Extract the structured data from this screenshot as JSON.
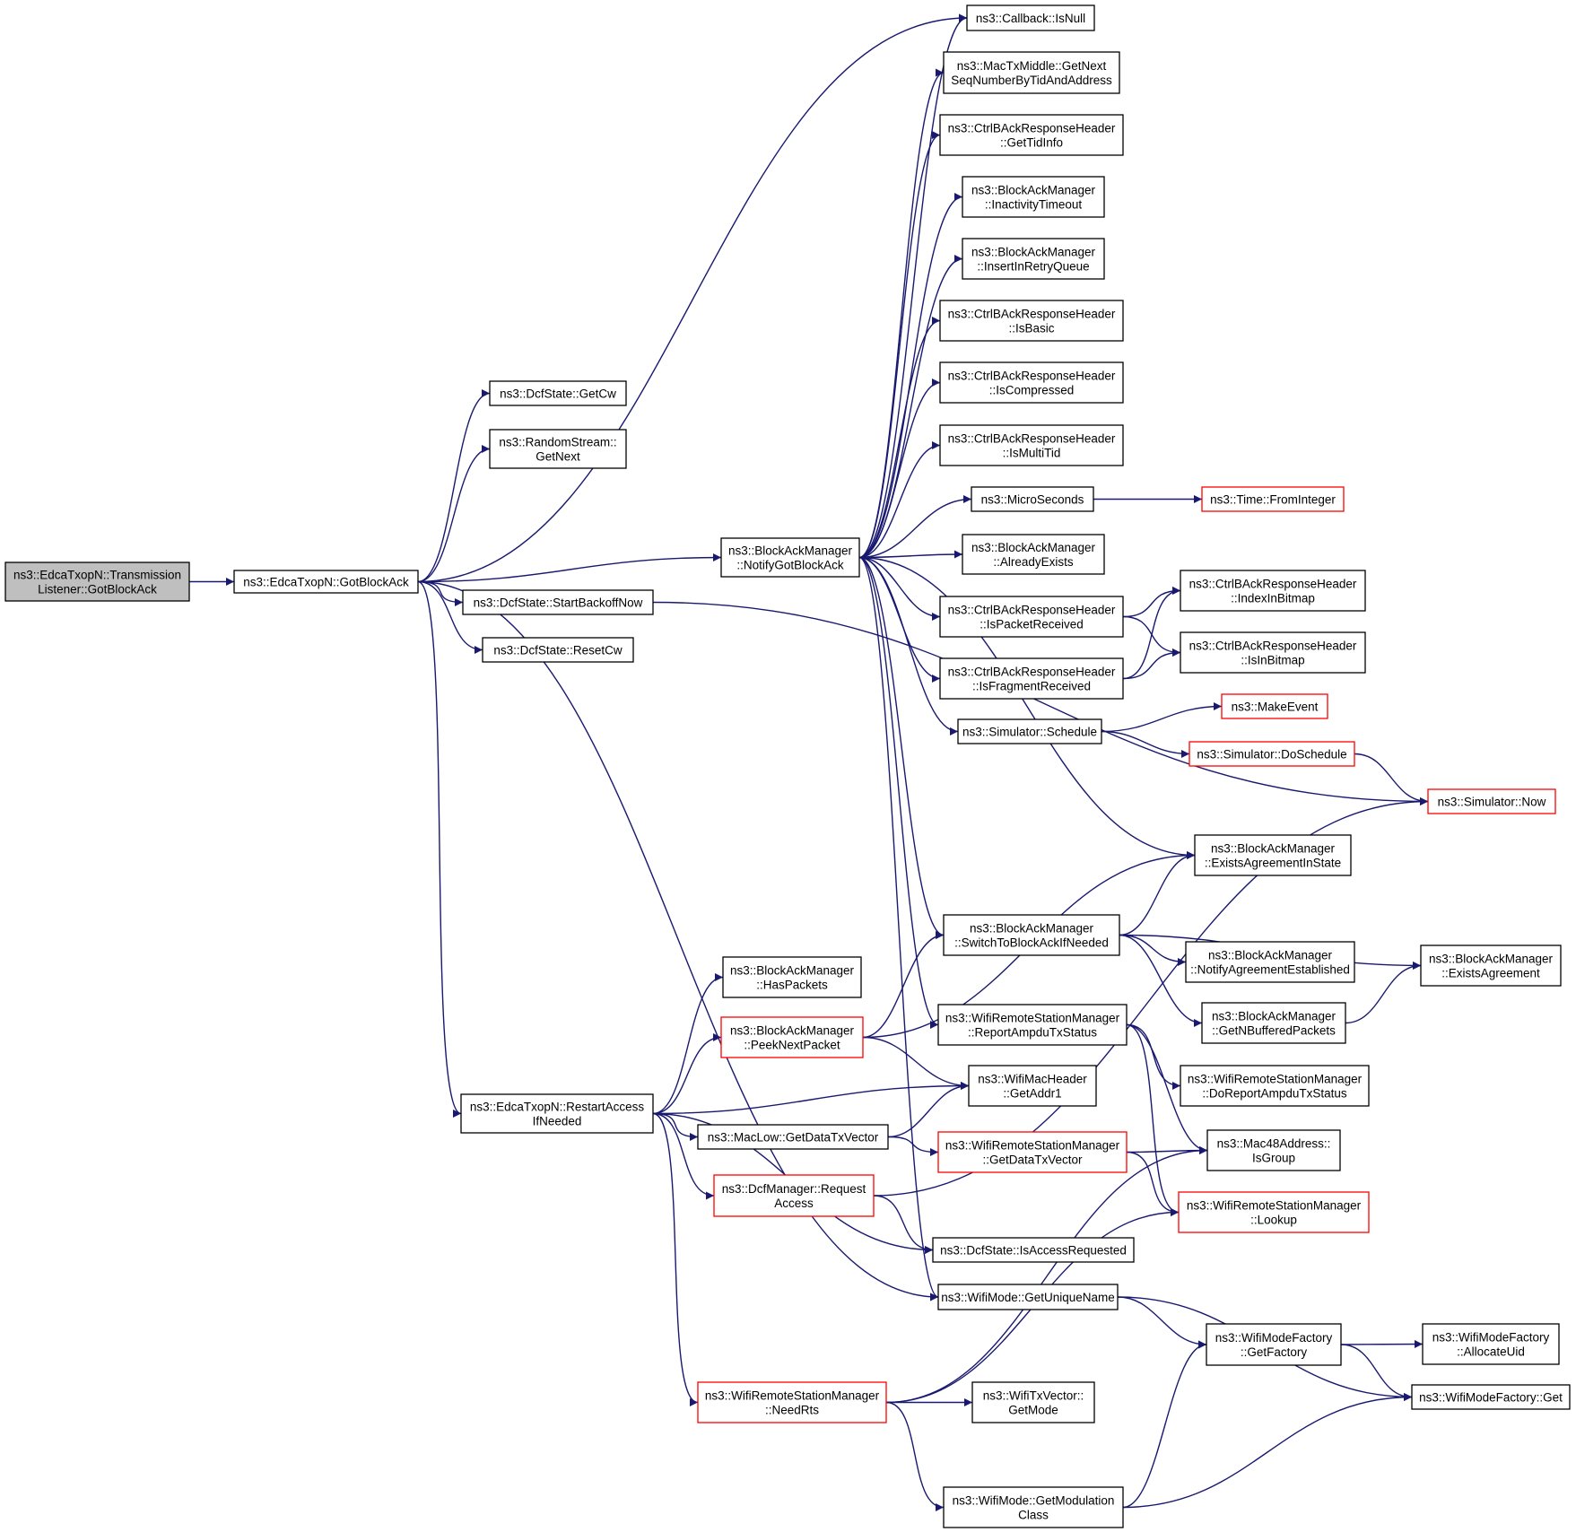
{
  "colors": {
    "edge": "#191970",
    "node_border": "#000000",
    "node_fill": "#ffffff",
    "node_border_truncated": "#ff0000",
    "root_fill": "#bfbfbf"
  },
  "nodes": [
    {
      "id": "root",
      "lines": [
        "ns3::EdcaTxopN::Transmission",
        "Listener::GotBlockAck"
      ],
      "style": "root"
    },
    {
      "id": "gotblockack",
      "lines": [
        "ns3::EdcaTxopN::GotBlockAck"
      ],
      "style": "normal"
    },
    {
      "id": "getcw",
      "lines": [
        "ns3::DcfState::GetCw"
      ],
      "style": "normal"
    },
    {
      "id": "rsgetnext",
      "lines": [
        "ns3::RandomStream::",
        "GetNext"
      ],
      "style": "normal"
    },
    {
      "id": "startbackoff",
      "lines": [
        "ns3::DcfState::StartBackoffNow"
      ],
      "style": "normal"
    },
    {
      "id": "resetcw",
      "lines": [
        "ns3::DcfState::ResetCw"
      ],
      "style": "normal"
    },
    {
      "id": "restartaccess",
      "lines": [
        "ns3::EdcaTxopN::RestartAccess",
        "IfNeeded"
      ],
      "style": "normal"
    },
    {
      "id": "notifygotblockack",
      "lines": [
        "ns3::BlockAckManager",
        "::NotifyGotBlockAck"
      ],
      "style": "normal"
    },
    {
      "id": "isnull",
      "lines": [
        "ns3::Callback::IsNull"
      ],
      "style": "normal"
    },
    {
      "id": "getnextseq",
      "lines": [
        "ns3::MacTxMiddle::GetNext",
        "SeqNumberByTidAndAddress"
      ],
      "style": "normal"
    },
    {
      "id": "gettidinfo",
      "lines": [
        "ns3::CtrlBAckResponseHeader",
        "::GetTidInfo"
      ],
      "style": "normal"
    },
    {
      "id": "inactivity",
      "lines": [
        "ns3::BlockAckManager",
        "::InactivityTimeout"
      ],
      "style": "normal"
    },
    {
      "id": "insertretry",
      "lines": [
        "ns3::BlockAckManager",
        "::InsertInRetryQueue"
      ],
      "style": "normal"
    },
    {
      "id": "isbasic",
      "lines": [
        "ns3::CtrlBAckResponseHeader",
        "::IsBasic"
      ],
      "style": "normal"
    },
    {
      "id": "iscompressed",
      "lines": [
        "ns3::CtrlBAckResponseHeader",
        "::IsCompressed"
      ],
      "style": "normal"
    },
    {
      "id": "ismultitid",
      "lines": [
        "ns3::CtrlBAckResponseHeader",
        "::IsMultiTid"
      ],
      "style": "normal"
    },
    {
      "id": "microseconds",
      "lines": [
        "ns3::MicroSeconds"
      ],
      "style": "normal"
    },
    {
      "id": "frominteger",
      "lines": [
        "ns3::Time::FromInteger"
      ],
      "style": "truncated"
    },
    {
      "id": "alreadyexists",
      "lines": [
        "ns3::BlockAckManager",
        "::AlreadyExists"
      ],
      "style": "normal"
    },
    {
      "id": "ispacketreceived",
      "lines": [
        "ns3::CtrlBAckResponseHeader",
        "::IsPacketReceived"
      ],
      "style": "normal"
    },
    {
      "id": "indexinbitmap",
      "lines": [
        "ns3::CtrlBAckResponseHeader",
        "::IndexInBitmap"
      ],
      "style": "normal"
    },
    {
      "id": "isfragmentreceived",
      "lines": [
        "ns3::CtrlBAckResponseHeader",
        "::IsFragmentReceived"
      ],
      "style": "normal"
    },
    {
      "id": "isinbitmap",
      "lines": [
        "ns3::CtrlBAckResponseHeader",
        "::IsInBitmap"
      ],
      "style": "normal"
    },
    {
      "id": "schedule",
      "lines": [
        "ns3::Simulator::Schedule"
      ],
      "style": "normal"
    },
    {
      "id": "makeevent",
      "lines": [
        "ns3::MakeEvent"
      ],
      "style": "truncated"
    },
    {
      "id": "doschedule",
      "lines": [
        "ns3::Simulator::DoSchedule"
      ],
      "style": "truncated"
    },
    {
      "id": "now",
      "lines": [
        "ns3::Simulator::Now"
      ],
      "style": "truncated"
    },
    {
      "id": "existsagreementinstate",
      "lines": [
        "ns3::BlockAckManager",
        "::ExistsAgreementInState"
      ],
      "style": "normal"
    },
    {
      "id": "switchtoblockack",
      "lines": [
        "ns3::BlockAckManager",
        "::SwitchToBlockAckIfNeeded"
      ],
      "style": "normal"
    },
    {
      "id": "notifyagreement",
      "lines": [
        "ns3::BlockAckManager",
        "::NotifyAgreementEstablished"
      ],
      "style": "normal"
    },
    {
      "id": "existsagreement",
      "lines": [
        "ns3::BlockAckManager",
        "::ExistsAgreement"
      ],
      "style": "normal"
    },
    {
      "id": "getnbuffered",
      "lines": [
        "ns3::BlockAckManager",
        "::GetNBufferedPackets"
      ],
      "style": "normal"
    },
    {
      "id": "haspackets",
      "lines": [
        "ns3::BlockAckManager",
        "::HasPackets"
      ],
      "style": "normal"
    },
    {
      "id": "peeknextpacket",
      "lines": [
        "ns3::BlockAckManager",
        "::PeekNextPacket"
      ],
      "style": "truncated"
    },
    {
      "id": "reportampdu",
      "lines": [
        "ns3::WifiRemoteStationManager",
        "::ReportAmpduTxStatus"
      ],
      "style": "normal"
    },
    {
      "id": "doreportampdu",
      "lines": [
        "ns3::WifiRemoteStationManager",
        "::DoReportAmpduTxStatus"
      ],
      "style": "normal"
    },
    {
      "id": "getaddr1",
      "lines": [
        "ns3::WifiMacHeader",
        "::GetAddr1"
      ],
      "style": "normal"
    },
    {
      "id": "macgetdatatxvector",
      "lines": [
        "ns3::MacLow::GetDataTxVector"
      ],
      "style": "normal"
    },
    {
      "id": "wrsmgetdatatxvector",
      "lines": [
        "ns3::WifiRemoteStationManager",
        "::GetDataTxVector"
      ],
      "style": "truncated"
    },
    {
      "id": "isgroup",
      "lines": [
        "ns3::Mac48Address::",
        "IsGroup"
      ],
      "style": "normal"
    },
    {
      "id": "lookup",
      "lines": [
        "ns3::WifiRemoteStationManager",
        "::Lookup"
      ],
      "style": "truncated"
    },
    {
      "id": "requestaccess",
      "lines": [
        "ns3::DcfManager::Request",
        "Access"
      ],
      "style": "truncated"
    },
    {
      "id": "isaccessrequested",
      "lines": [
        "ns3::DcfState::IsAccessRequested"
      ],
      "style": "normal"
    },
    {
      "id": "getuniquename",
      "lines": [
        "ns3::WifiMode::GetUniqueName"
      ],
      "style": "normal"
    },
    {
      "id": "getfactory",
      "lines": [
        "ns3::WifiModeFactory",
        "::GetFactory"
      ],
      "style": "normal"
    },
    {
      "id": "allocateuid",
      "lines": [
        "ns3::WifiModeFactory",
        "::AllocateUid"
      ],
      "style": "normal"
    },
    {
      "id": "factoryget",
      "lines": [
        "ns3::WifiModeFactory::Get"
      ],
      "style": "normal"
    },
    {
      "id": "needrts",
      "lines": [
        "ns3::WifiRemoteStationManager",
        "::NeedRts"
      ],
      "style": "truncated"
    },
    {
      "id": "getmode",
      "lines": [
        "ns3::WifiTxVector::",
        "GetMode"
      ],
      "style": "normal"
    },
    {
      "id": "getmodulation",
      "lines": [
        "ns3::WifiMode::GetModulation",
        "Class"
      ],
      "style": "normal"
    }
  ],
  "edges": [
    [
      "root",
      "gotblockack"
    ],
    [
      "gotblockack",
      "getcw"
    ],
    [
      "gotblockack",
      "rsgetnext"
    ],
    [
      "gotblockack",
      "isnull"
    ],
    [
      "gotblockack",
      "notifygotblockack"
    ],
    [
      "gotblockack",
      "startbackoff"
    ],
    [
      "gotblockack",
      "resetcw"
    ],
    [
      "gotblockack",
      "restartaccess"
    ],
    [
      "gotblockack",
      "getuniquename"
    ],
    [
      "startbackoff",
      "now"
    ],
    [
      "notifygotblockack",
      "isnull"
    ],
    [
      "notifygotblockack",
      "getnextseq"
    ],
    [
      "notifygotblockack",
      "gettidinfo"
    ],
    [
      "notifygotblockack",
      "inactivity"
    ],
    [
      "notifygotblockack",
      "insertretry"
    ],
    [
      "notifygotblockack",
      "isbasic"
    ],
    [
      "notifygotblockack",
      "iscompressed"
    ],
    [
      "notifygotblockack",
      "ismultitid"
    ],
    [
      "notifygotblockack",
      "microseconds"
    ],
    [
      "notifygotblockack",
      "alreadyexists"
    ],
    [
      "notifygotblockack",
      "ispacketreceived"
    ],
    [
      "notifygotblockack",
      "isfragmentreceived"
    ],
    [
      "notifygotblockack",
      "schedule"
    ],
    [
      "notifygotblockack",
      "existsagreementinstate"
    ],
    [
      "notifygotblockack",
      "switchtoblockack"
    ],
    [
      "notifygotblockack",
      "reportampdu"
    ],
    [
      "notifygotblockack",
      "getuniquename"
    ],
    [
      "microseconds",
      "frominteger"
    ],
    [
      "ispacketreceived",
      "indexinbitmap"
    ],
    [
      "ispacketreceived",
      "isinbitmap"
    ],
    [
      "isfragmentreceived",
      "indexinbitmap"
    ],
    [
      "isfragmentreceived",
      "isinbitmap"
    ],
    [
      "schedule",
      "makeevent"
    ],
    [
      "schedule",
      "doschedule"
    ],
    [
      "doschedule",
      "now"
    ],
    [
      "switchtoblockack",
      "existsagreementinstate"
    ],
    [
      "switchtoblockack",
      "existsagreement"
    ],
    [
      "switchtoblockack",
      "notifyagreement"
    ],
    [
      "switchtoblockack",
      "getnbuffered"
    ],
    [
      "getnbuffered",
      "existsagreement"
    ],
    [
      "restartaccess",
      "haspackets"
    ],
    [
      "restartaccess",
      "peeknextpacket"
    ],
    [
      "restartaccess",
      "getaddr1"
    ],
    [
      "restartaccess",
      "macgetdatatxvector"
    ],
    [
      "restartaccess",
      "requestaccess"
    ],
    [
      "restartaccess",
      "isaccessrequested"
    ],
    [
      "restartaccess",
      "needrts"
    ],
    [
      "peeknextpacket",
      "existsagreementinstate"
    ],
    [
      "peeknextpacket",
      "switchtoblockack"
    ],
    [
      "peeknextpacket",
      "getaddr1"
    ],
    [
      "macgetdatatxvector",
      "getaddr1"
    ],
    [
      "macgetdatatxvector",
      "wrsmgetdatatxvector"
    ],
    [
      "wrsmgetdatatxvector",
      "isgroup"
    ],
    [
      "wrsmgetdatatxvector",
      "lookup"
    ],
    [
      "reportampdu",
      "doreportampdu"
    ],
    [
      "reportampdu",
      "isgroup"
    ],
    [
      "reportampdu",
      "lookup"
    ],
    [
      "requestaccess",
      "isaccessrequested"
    ],
    [
      "requestaccess",
      "now"
    ],
    [
      "getuniquename",
      "getfactory"
    ],
    [
      "getuniquename",
      "factoryget"
    ],
    [
      "getfactory",
      "allocateuid"
    ],
    [
      "getfactory",
      "factoryget"
    ],
    [
      "needrts",
      "getmode"
    ],
    [
      "needrts",
      "isgroup"
    ],
    [
      "needrts",
      "lookup"
    ],
    [
      "needrts",
      "getmodulation"
    ],
    [
      "getmodulation",
      "getfactory"
    ],
    [
      "getmodulation",
      "factoryget"
    ]
  ]
}
